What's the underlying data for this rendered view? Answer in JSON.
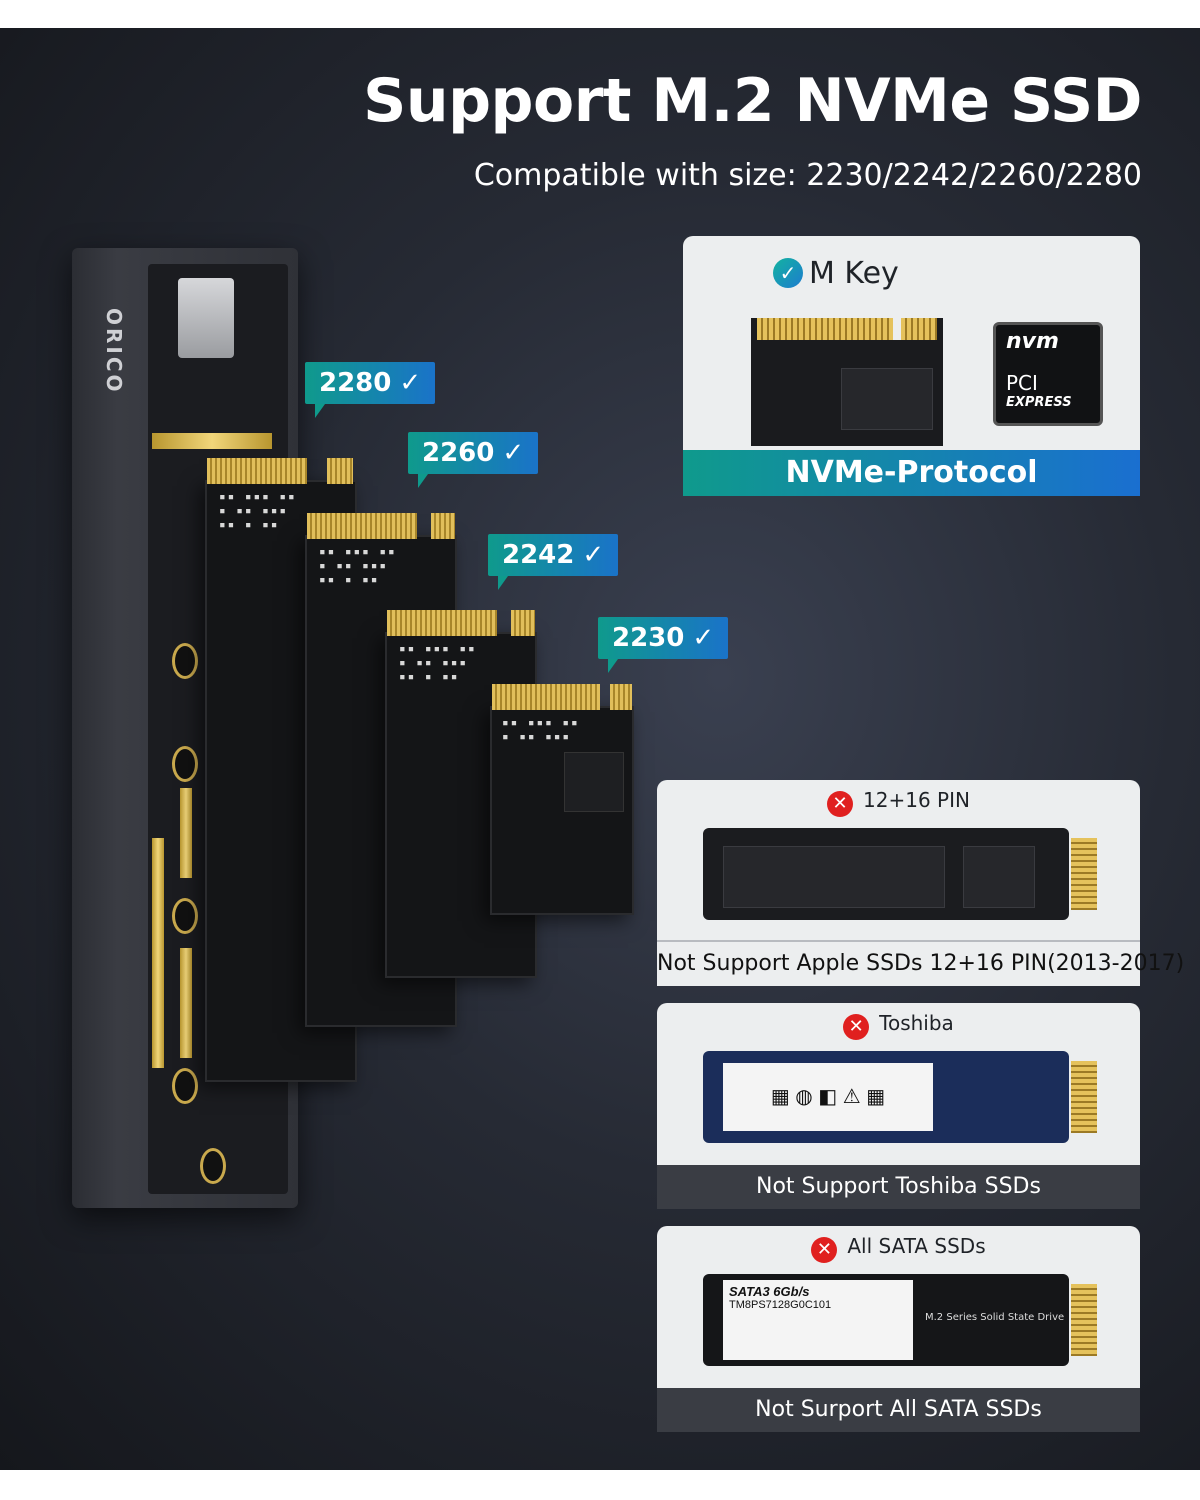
{
  "header": {
    "title": "Support M.2 NVMe SSD",
    "subtitle": "Compatible with size: 2230/2242/2260/2280"
  },
  "enclosure": {
    "brand": "ORICO"
  },
  "sizes": [
    "2280",
    "2260",
    "2242",
    "2230"
  ],
  "m_key": {
    "label": "M Key",
    "logo_top": "nvm",
    "logo_mid": "PCI",
    "logo_bottom": "EXPRESS",
    "protocol": "NVMe-Protocol"
  },
  "unsupported": [
    {
      "heading": "12+16 PIN",
      "caption": "Not Support Apple SSDs 12+16 PIN(2013-2017)"
    },
    {
      "heading": "Toshiba",
      "caption": "Not Support Toshiba SSDs"
    },
    {
      "heading": "All SATA SSDs",
      "caption": "Not Surport All SATA SSDs"
    }
  ],
  "sata_label": {
    "interface": "SATA3 6Gb/s",
    "model": "TM8PS7128G0C101",
    "series": "M.2 Series Solid State Drive"
  },
  "colors": {
    "accent_start": "#0f9a8c",
    "accent_end": "#1a6fd0",
    "error": "#e0201f",
    "background": "#262a34"
  }
}
